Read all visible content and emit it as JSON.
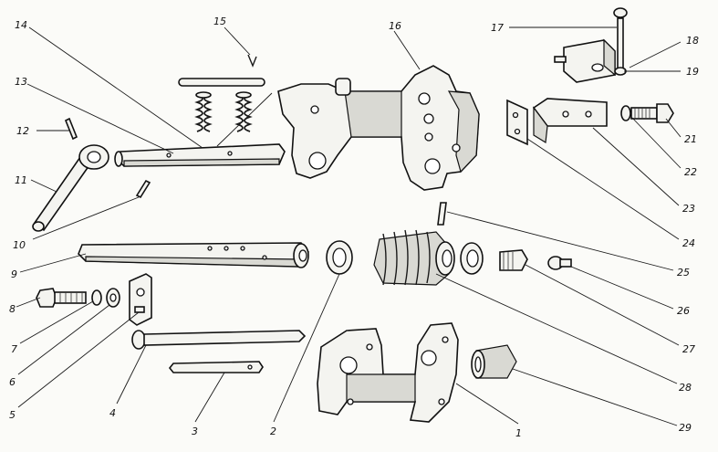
{
  "callouts": [
    {
      "id": "c1",
      "label": "1"
    },
    {
      "id": "c2",
      "label": "2"
    },
    {
      "id": "c3",
      "label": "3"
    },
    {
      "id": "c4",
      "label": "4"
    },
    {
      "id": "c5",
      "label": "5"
    },
    {
      "id": "c6",
      "label": "6"
    },
    {
      "id": "c7",
      "label": "7"
    },
    {
      "id": "c8",
      "label": "8"
    },
    {
      "id": "c9",
      "label": "9"
    },
    {
      "id": "c10",
      "label": "10"
    },
    {
      "id": "c11",
      "label": "11"
    },
    {
      "id": "c12",
      "label": "12"
    },
    {
      "id": "c13",
      "label": "13"
    },
    {
      "id": "c14",
      "label": "14"
    },
    {
      "id": "c15",
      "label": "15"
    },
    {
      "id": "c16",
      "label": "16"
    },
    {
      "id": "c17",
      "label": "17"
    },
    {
      "id": "c18",
      "label": "18"
    },
    {
      "id": "c19",
      "label": "19"
    },
    {
      "id": "c21",
      "label": "21"
    },
    {
      "id": "c22",
      "label": "22"
    },
    {
      "id": "c23",
      "label": "23"
    },
    {
      "id": "c24",
      "label": "24"
    },
    {
      "id": "c25",
      "label": "25"
    },
    {
      "id": "c26",
      "label": "26"
    },
    {
      "id": "c27",
      "label": "27"
    },
    {
      "id": "c28",
      "label": "28"
    },
    {
      "id": "c29",
      "label": "29"
    }
  ]
}
